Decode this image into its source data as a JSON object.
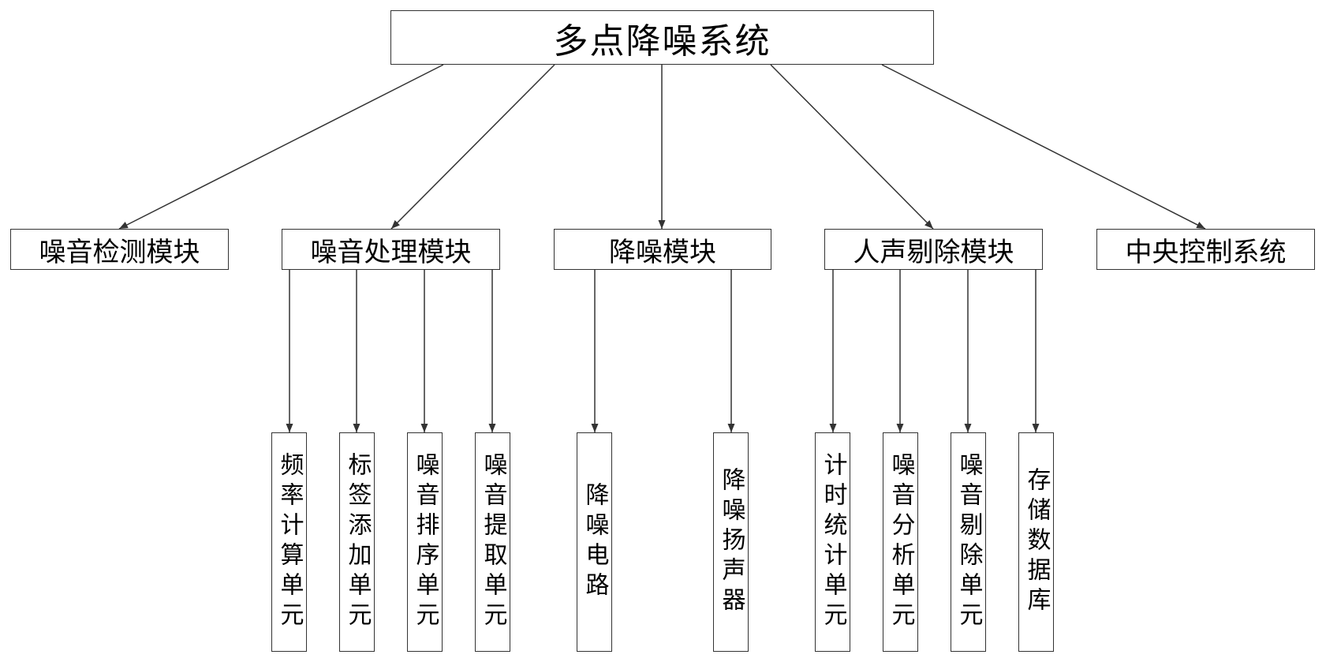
{
  "diagram": {
    "root": {
      "id": "root",
      "label": "多点降噪系统"
    },
    "modules": [
      {
        "id": "m1",
        "label": "噪音检测模块"
      },
      {
        "id": "m2",
        "label": "噪音处理模块"
      },
      {
        "id": "m3",
        "label": "降噪模块"
      },
      {
        "id": "m4",
        "label": "人声剔除模块"
      },
      {
        "id": "m5",
        "label": "中央控制系统"
      }
    ],
    "units": [
      {
        "id": "u1",
        "parent": "m2",
        "label": "频率计算单元"
      },
      {
        "id": "u2",
        "parent": "m2",
        "label": "标签添加单元"
      },
      {
        "id": "u3",
        "parent": "m2",
        "label": "噪音排序单元"
      },
      {
        "id": "u4",
        "parent": "m2",
        "label": "噪音提取单元"
      },
      {
        "id": "u5",
        "parent": "m3",
        "label": "降噪电路"
      },
      {
        "id": "u6",
        "parent": "m3",
        "label": "降噪扬声器"
      },
      {
        "id": "u7",
        "parent": "m4",
        "label": "计时统计单元"
      },
      {
        "id": "u8",
        "parent": "m4",
        "label": "噪音分析单元"
      },
      {
        "id": "u9",
        "parent": "m4",
        "label": "噪音剔除单元"
      },
      {
        "id": "u10",
        "parent": "m4",
        "label": "存储数据库"
      }
    ],
    "edges": [
      {
        "from": "root",
        "to": "m1"
      },
      {
        "from": "root",
        "to": "m2"
      },
      {
        "from": "root",
        "to": "m3"
      },
      {
        "from": "root",
        "to": "m4"
      },
      {
        "from": "root",
        "to": "m5"
      },
      {
        "from": "m2",
        "to": "u1"
      },
      {
        "from": "m2",
        "to": "u2"
      },
      {
        "from": "m2",
        "to": "u3"
      },
      {
        "from": "m2",
        "to": "u4"
      },
      {
        "from": "m3",
        "to": "u5"
      },
      {
        "from": "m3",
        "to": "u6"
      },
      {
        "from": "m4",
        "to": "u7"
      },
      {
        "from": "m4",
        "to": "u8"
      },
      {
        "from": "m4",
        "to": "u9"
      },
      {
        "from": "m4",
        "to": "u10"
      }
    ]
  }
}
